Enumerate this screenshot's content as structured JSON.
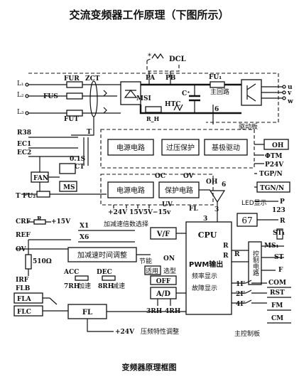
{
  "title": "交流变频器工作原理（下图所示）",
  "caption": "变频器原理框图",
  "labels": {
    "dcl": "DCL",
    "dcl_star": "*",
    "pa": "PA",
    "pb": "PB",
    "fu1": "FU₁",
    "l1": "L₁",
    "l2": "L₂",
    "l3": "L₃",
    "fur": "FUR",
    "fus": "FUS",
    "fut": "FUT",
    "zct": "ZCT",
    "msi": "MSI",
    "htc": "HTC",
    "rh": "R_H",
    "c_plus": "C⁺",
    "main_circuit": "主回路",
    "six_top": "6",
    "u": "u",
    "v": "v",
    "w": "w",
    "r38": "R38",
    "ec1": "EC1",
    "ec2": "EC2",
    "t_mark": "T",
    "act_rating": "0.1S",
    "act": "ACT",
    "fan": "FAN",
    "ms": "MS",
    "t_fu2_t": "T",
    "fu2": "FU₂",
    "drive_board": "驱动板",
    "power_circuit_top": "电源电路",
    "overvoltage_protection": "过压保护",
    "base_drive": "基极驱动",
    "power_circuit_mid": "电源电路",
    "protection_circuit": "保护电路",
    "oc": "OC",
    "ov_mid": "OV",
    "oh_mid": "OH",
    "six_mid": "6",
    "fl_mid": "FL",
    "uv": "UV",
    "supply_rails": "+24V  15V5V−15v",
    "three_a": "3",
    "three_b": "3",
    "oh_right": "OH",
    "ptm": "ΦTM",
    "p24v": "P24V",
    "tgp_n": "TGP/N",
    "tgn_n": "TGN/N",
    "p": "P",
    "led_display": "LED显示",
    "led_digits": "67",
    "n123": "123",
    "r_right": "R",
    "crf": "CRF",
    "r_crf": "R",
    "plus15": "+15V",
    "ref": "REF",
    "ov_left": "OV",
    "r510": "510Ω",
    "x1": "X1",
    "x6": "X6",
    "accel_multiplier": "加减速倍数选择",
    "vf": "V/F",
    "cpu": "CPU",
    "cpu_r1": "R",
    "cpu_r2": "R",
    "pwm_out": "PWM输出",
    "freq_display": "频率显示",
    "fault_display": "故障显示",
    "accel_time": "加减速时间调整",
    "energy_saving": "节能",
    "on": "ON",
    "select": "选型",
    "adjust": "适用",
    "off": "OFF",
    "ad": "A/D",
    "acc": "ACC",
    "dec": "DEC",
    "rh7": "7RH",
    "accel": "加速",
    "rh8": "8RH",
    "decel": "减速",
    "rh3": "3RH",
    "rh4": "4RH",
    "irf": "IRF",
    "flb": "FLB",
    "fla": "FLA",
    "flc": "FLC",
    "fl_box": "FL",
    "plus24": "+24V",
    "torque_adjust": "压频特性调整",
    "control_circuit": "控制电路",
    "st1": "ST₁",
    "ms1": "MS₁",
    "st": "ST",
    "r_st": "R",
    "f": "F",
    "f1": "1F",
    "f2": "2F",
    "f4": "4F",
    "com": "COM",
    "rst": "RST",
    "fm": "FM",
    "cm": "CM",
    "main_board": "主控制板"
  }
}
